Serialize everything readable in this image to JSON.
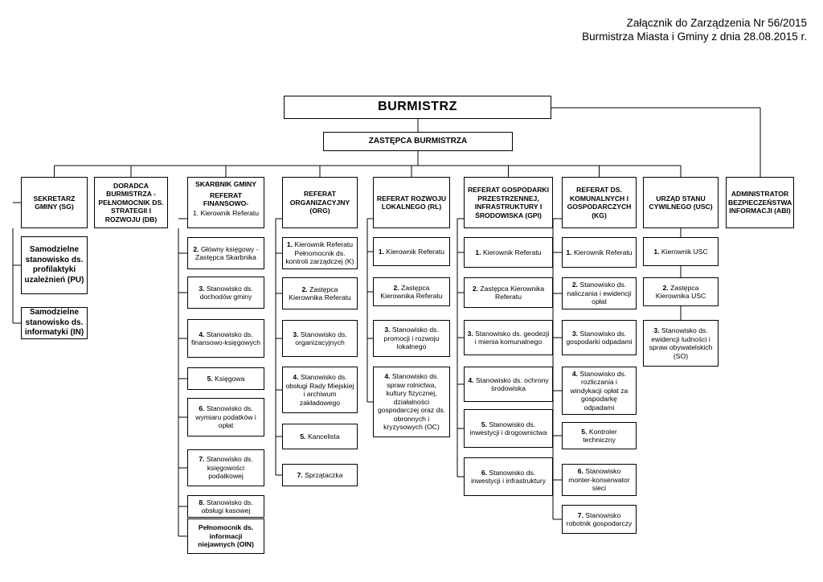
{
  "header": {
    "line1": "Załącznik do Zarządzenia Nr 56/2015",
    "line2": "Burmistrza Miasta i Gminy z dnia 28.08.2015 r."
  },
  "colors": {
    "line": "#000000",
    "box_border": "#000000",
    "background": "#ffffff"
  },
  "top": {
    "title": "BURMISTRZ",
    "deputy": "ZASTĘPCA BURMISTRZA"
  },
  "admin": {
    "label": "ADMINISTRATOR BEZPIECZEŃSTWA INFORMACJI (ABI)"
  },
  "units": [
    {
      "id": "sg",
      "label": "SEKRETARZ GMINY (SG)",
      "items": [
        {
          "num": "",
          "text": "Samodzielne stanowisko ds. profilaktyki uzależnień (PU)"
        },
        {
          "num": "",
          "text": "Samodzielne stanowisko ds. informatyki (IN)"
        }
      ]
    },
    {
      "id": "db",
      "label": "DORADCA BURMISTRZA - PEŁNOMOCNIK DS. STRATEGII I ROZWOJU (DB)",
      "items": []
    },
    {
      "id": "rf",
      "label1": "SKARBNIK GMINY",
      "label2": "REFERAT FINANSOWO-",
      "label3": "1. Kierownik Referatu",
      "items": [
        {
          "num": "2.",
          "text": "Główny księgowy - Zastępca Skarbnika"
        },
        {
          "num": "3.",
          "text": "Stanowisko ds. dochodów gminy"
        },
        {
          "num": "4.",
          "text": "Stanowisko ds. finansowo-księgowych"
        },
        {
          "num": "5.",
          "text": "Księgowa"
        },
        {
          "num": "6.",
          "text": "Stanowisko ds. wymiaru podatków i opłat"
        },
        {
          "num": "7.",
          "text": "Stanowisko ds. księgowości podatkowej"
        },
        {
          "num": "8.",
          "text": "Stanowisko ds. obsługi kasowej"
        },
        {
          "num": "",
          "text": "Pełnomocnik ds. informacji niejawnych (OIN)"
        }
      ]
    },
    {
      "id": "org",
      "label": "REFERAT ORGANIZACYJNY (ORG)",
      "items": [
        {
          "num": "1.",
          "text": "Kierownik Referatu Pełnomocnik ds. kontroli zarządczej (K)"
        },
        {
          "num": "2.",
          "text": "Zastępca Kierownika Referatu"
        },
        {
          "num": "3.",
          "text": "Stanowisko ds. organizacyjnych"
        },
        {
          "num": "4.",
          "text": "Stanowisko ds. obsługi Rady Miejskiej i archiwum zakładowego"
        },
        {
          "num": "5.",
          "text": "Kancelista"
        },
        {
          "num": "7.",
          "text": "Sprzątaczka"
        }
      ]
    },
    {
      "id": "rl",
      "label": "REFERAT ROZWOJU LOKALNEGO (RL)",
      "items": [
        {
          "num": "1.",
          "text": "Kierownik Referatu"
        },
        {
          "num": "2.",
          "text": "Zastępca Kierownika Referatu"
        },
        {
          "num": "3.",
          "text": "Stanowisko ds. promocji i rozwoju lokalnego"
        },
        {
          "num": "4.",
          "text": "Stanowisko ds. spraw rolnictwa, kultury fizycznej, działalności gospodarczej oraz ds. obronnych i kryzysowych (OC)"
        }
      ]
    },
    {
      "id": "gpi",
      "label": "REFERAT GOSPODARKI PRZESTRZENNEJ, INFRASTRUKTURY I ŚRODOWISKA (GPI)",
      "items": [
        {
          "num": "1.",
          "text": "Kierownik Referatu"
        },
        {
          "num": "2.",
          "text": "Zastępca Kierownika Referatu"
        },
        {
          "num": "3.",
          "text": "Stanowisko ds. geodezji i mienia komunalnego"
        },
        {
          "num": "4.",
          "text": "Stanowisko ds. ochrony środowiska"
        },
        {
          "num": "5.",
          "text": "Stanowisko ds. inwestycji i drogownictwa"
        },
        {
          "num": "6.",
          "text": "Stanowisko ds. inwestycji i infrastruktury"
        }
      ]
    },
    {
      "id": "kg",
      "label": "REFERAT DS. KOMUNALNYCH I GOSPODARCZYCH (KG)",
      "items": [
        {
          "num": "1.",
          "text": "Kierownik Referatu"
        },
        {
          "num": "2.",
          "text": "Stanowisko ds. naliczania i ewidencji opłat"
        },
        {
          "num": "3.",
          "text": "Stanowisko ds. gospodarki odpadami"
        },
        {
          "num": "4.",
          "text": "Stanowisko ds. rozliczania i windykacji opłat za gospodarkę odpadami"
        },
        {
          "num": "5.",
          "text": "Kontroler techniczny"
        },
        {
          "num": "6.",
          "text": "Stanowisko monter-konserwator sieci"
        },
        {
          "num": "7.",
          "text": "Stanowisko robotnik gospodarczy"
        }
      ]
    },
    {
      "id": "usc",
      "label": "URZĄD STANU CYWILNEGO (USC)",
      "items": [
        {
          "num": "1.",
          "text": "Kierownik USC"
        },
        {
          "num": "2.",
          "text": "Zastępca Kierownika USC"
        },
        {
          "num": "3.",
          "text": "Stanowisko ds. ewidencji ludności i spraw obywatelskich (SO)"
        }
      ]
    }
  ]
}
